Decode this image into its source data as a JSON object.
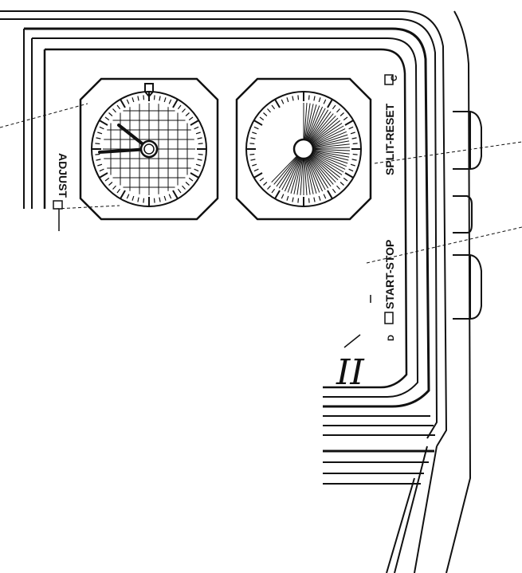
{
  "labels": {
    "adjust": "ADJUST",
    "split_reset": "SPLIT-RESET",
    "start_stop": "START-STOP",
    "page_mark": "II",
    "split_reset_mark": "C",
    "start_stop_mark": "D"
  },
  "colors": {
    "ink": "#111111",
    "paper": "#ffffff"
  },
  "left_dial": {
    "icon": "analog-dial-icon"
  },
  "right_dial": {
    "icon": "sector-dial-icon"
  }
}
